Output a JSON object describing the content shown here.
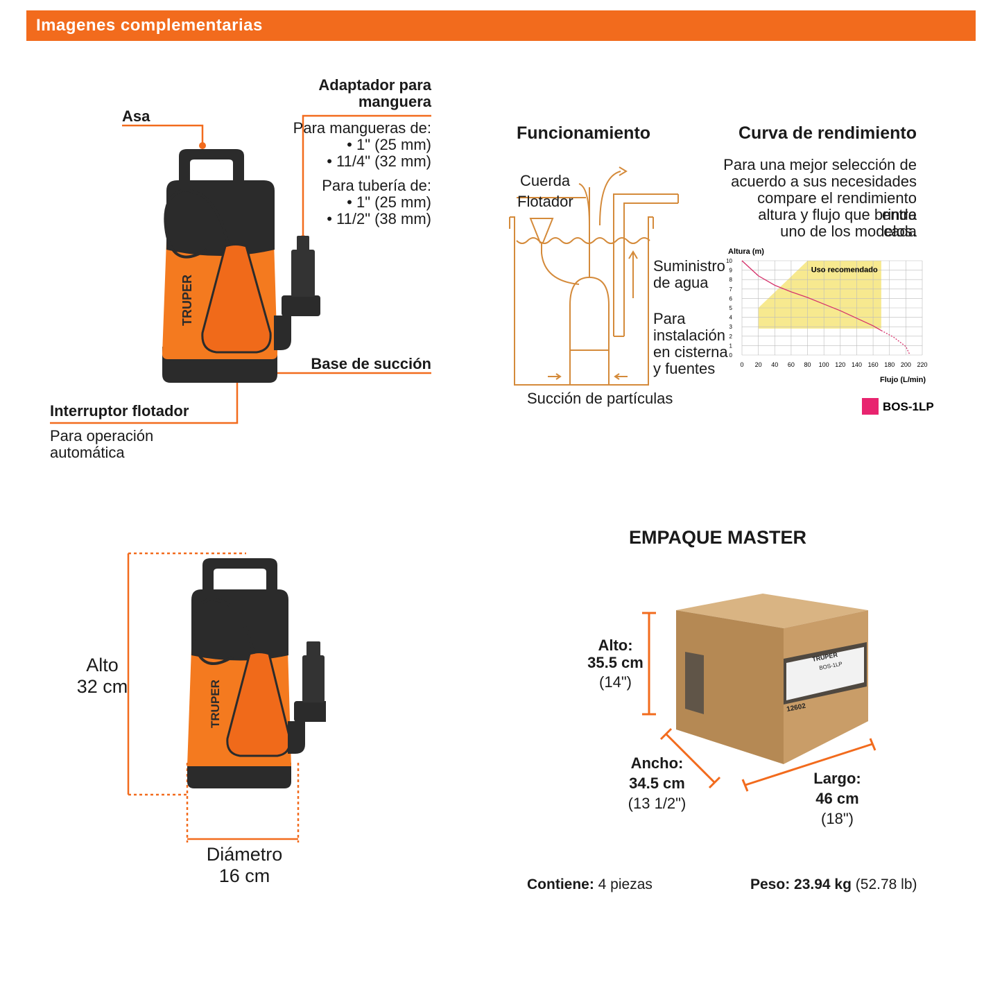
{
  "header": {
    "title": "Imagenes complementarias"
  },
  "colors": {
    "orange": "#f26b1d",
    "pump_orange": "#f47a1f",
    "pump_black": "#2b2b2b",
    "chart_zone": "#f7e98f",
    "series": "#d6336c",
    "box": "#c9a070"
  },
  "pump_callouts": {
    "asa": "Asa",
    "adapter_title_1": "Adaptador para",
    "adapter_title_2": "manguera",
    "hoses_heading": "Para mangueras de:",
    "hose_1": "• 1\" (25 mm)",
    "hose_2": "• 11/4\" (32 mm)",
    "pipe_heading": "Para tubería de:",
    "pipe_1": "• 1\" (25 mm)",
    "pipe_2": "• 11/2\" (38 mm)",
    "base": "Base de succión",
    "float_title": "Interruptor flotador",
    "float_desc_1": "Para operación",
    "float_desc_2": "automática",
    "brand": "TRUPER"
  },
  "operation": {
    "title": "Funcionamiento",
    "cord": "Cuerda",
    "float": "Flotador",
    "supply_1": "Suministro",
    "supply_2": "de agua",
    "install_1": "Para",
    "install_2": "instalación",
    "install_3": "en cisterna",
    "install_4": "y fuentes",
    "suction": "Succión de partículas"
  },
  "performance": {
    "title": "Curva de rendimiento",
    "desc_1": "Para una mejor selección de",
    "desc_2": "acuerdo a sus necesidades",
    "desc_3": "compare el rendimiento entre",
    "desc_4": "altura y flujo que brinda cada",
    "desc_5": "uno de los modelos."
  },
  "chart_data": {
    "type": "line",
    "xlabel": "Flujo (L/min)",
    "ylabel": "Altura (m)",
    "xlim": [
      0,
      220
    ],
    "ylim": [
      0,
      10
    ],
    "x_ticks": [
      0,
      20,
      40,
      60,
      80,
      100,
      120,
      140,
      160,
      180,
      200,
      220
    ],
    "y_ticks": [
      0,
      1,
      2,
      3,
      4,
      5,
      6,
      7,
      8,
      9,
      10
    ],
    "grid": true,
    "annotation": "Uso recomendado",
    "recommended_zone": [
      [
        20,
        5
      ],
      [
        80,
        10
      ],
      [
        170,
        10
      ],
      [
        170,
        2.8
      ],
      [
        20,
        2.8
      ]
    ],
    "series": [
      {
        "name": "BOS-1LP",
        "points": [
          [
            0,
            10
          ],
          [
            20,
            8.4
          ],
          [
            40,
            7.4
          ],
          [
            60,
            6.7
          ],
          [
            80,
            6.1
          ],
          [
            100,
            5.4
          ],
          [
            120,
            4.7
          ],
          [
            140,
            3.9
          ],
          [
            160,
            3.1
          ],
          [
            170,
            2.6
          ],
          [
            185,
            1.9
          ],
          [
            200,
            0.9
          ],
          [
            205,
            0
          ]
        ]
      }
    ],
    "legend_position": "bottom-right"
  },
  "dimensions": {
    "height_label": "Alto",
    "height_value": "32 cm",
    "diameter_label": "Diámetro",
    "diameter_value": "16 cm"
  },
  "master_pack": {
    "title": "EMPAQUE MASTER",
    "alto_label": "Alto:",
    "alto_value": "35.5 cm",
    "alto_in": "(14\")",
    "ancho_label": "Ancho:",
    "ancho_value": "34.5 cm",
    "ancho_in": "(13 1/2\")",
    "largo_label": "Largo:",
    "largo_value": "46 cm",
    "largo_in": "(18\")",
    "box_brand": "TRUPER",
    "box_code": "12602",
    "box_model": "BOS-1LP",
    "contains_label": "Contiene:",
    "contains_value": "4 piezas",
    "weight_label": "Peso:",
    "weight_value": "23.94 kg",
    "weight_lb": "(52.78 lb)"
  }
}
